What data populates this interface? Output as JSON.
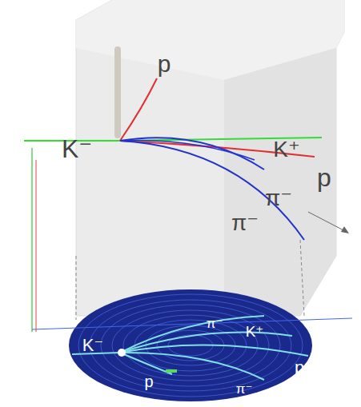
{
  "diagram": {
    "labels": [
      "p",
      "K⁻",
      "K⁺",
      "p",
      "π⁻",
      "π⁻",
      "π⁻",
      "K⁺",
      "K⁻",
      "p",
      "p",
      "π⁻"
    ]
  }
}
